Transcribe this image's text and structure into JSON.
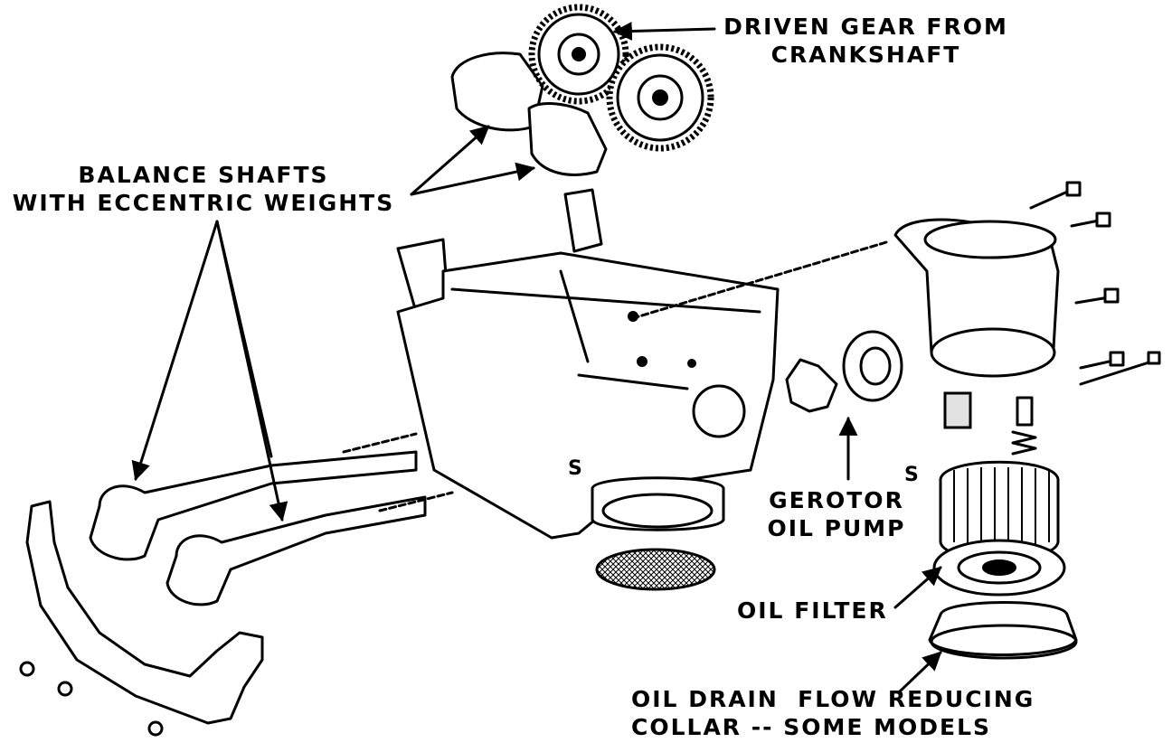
{
  "labels": {
    "driven_gear": [
      "DRIVEN GEAR FROM",
      "CRANKSHAFT"
    ],
    "balance_shafts": [
      "BALANCE SHAFTS",
      "WITH ECCENTRIC WEIGHTS"
    ],
    "gerotor": [
      "GEROTOR",
      "OIL PUMP"
    ],
    "oil_filter": "OIL FILTER",
    "collar": [
      "OIL DRAIN  FLOW REDUCING",
      "COLLAR -- SOME MODELS"
    ],
    "marker_s_left": "S",
    "marker_s_right": "S"
  }
}
